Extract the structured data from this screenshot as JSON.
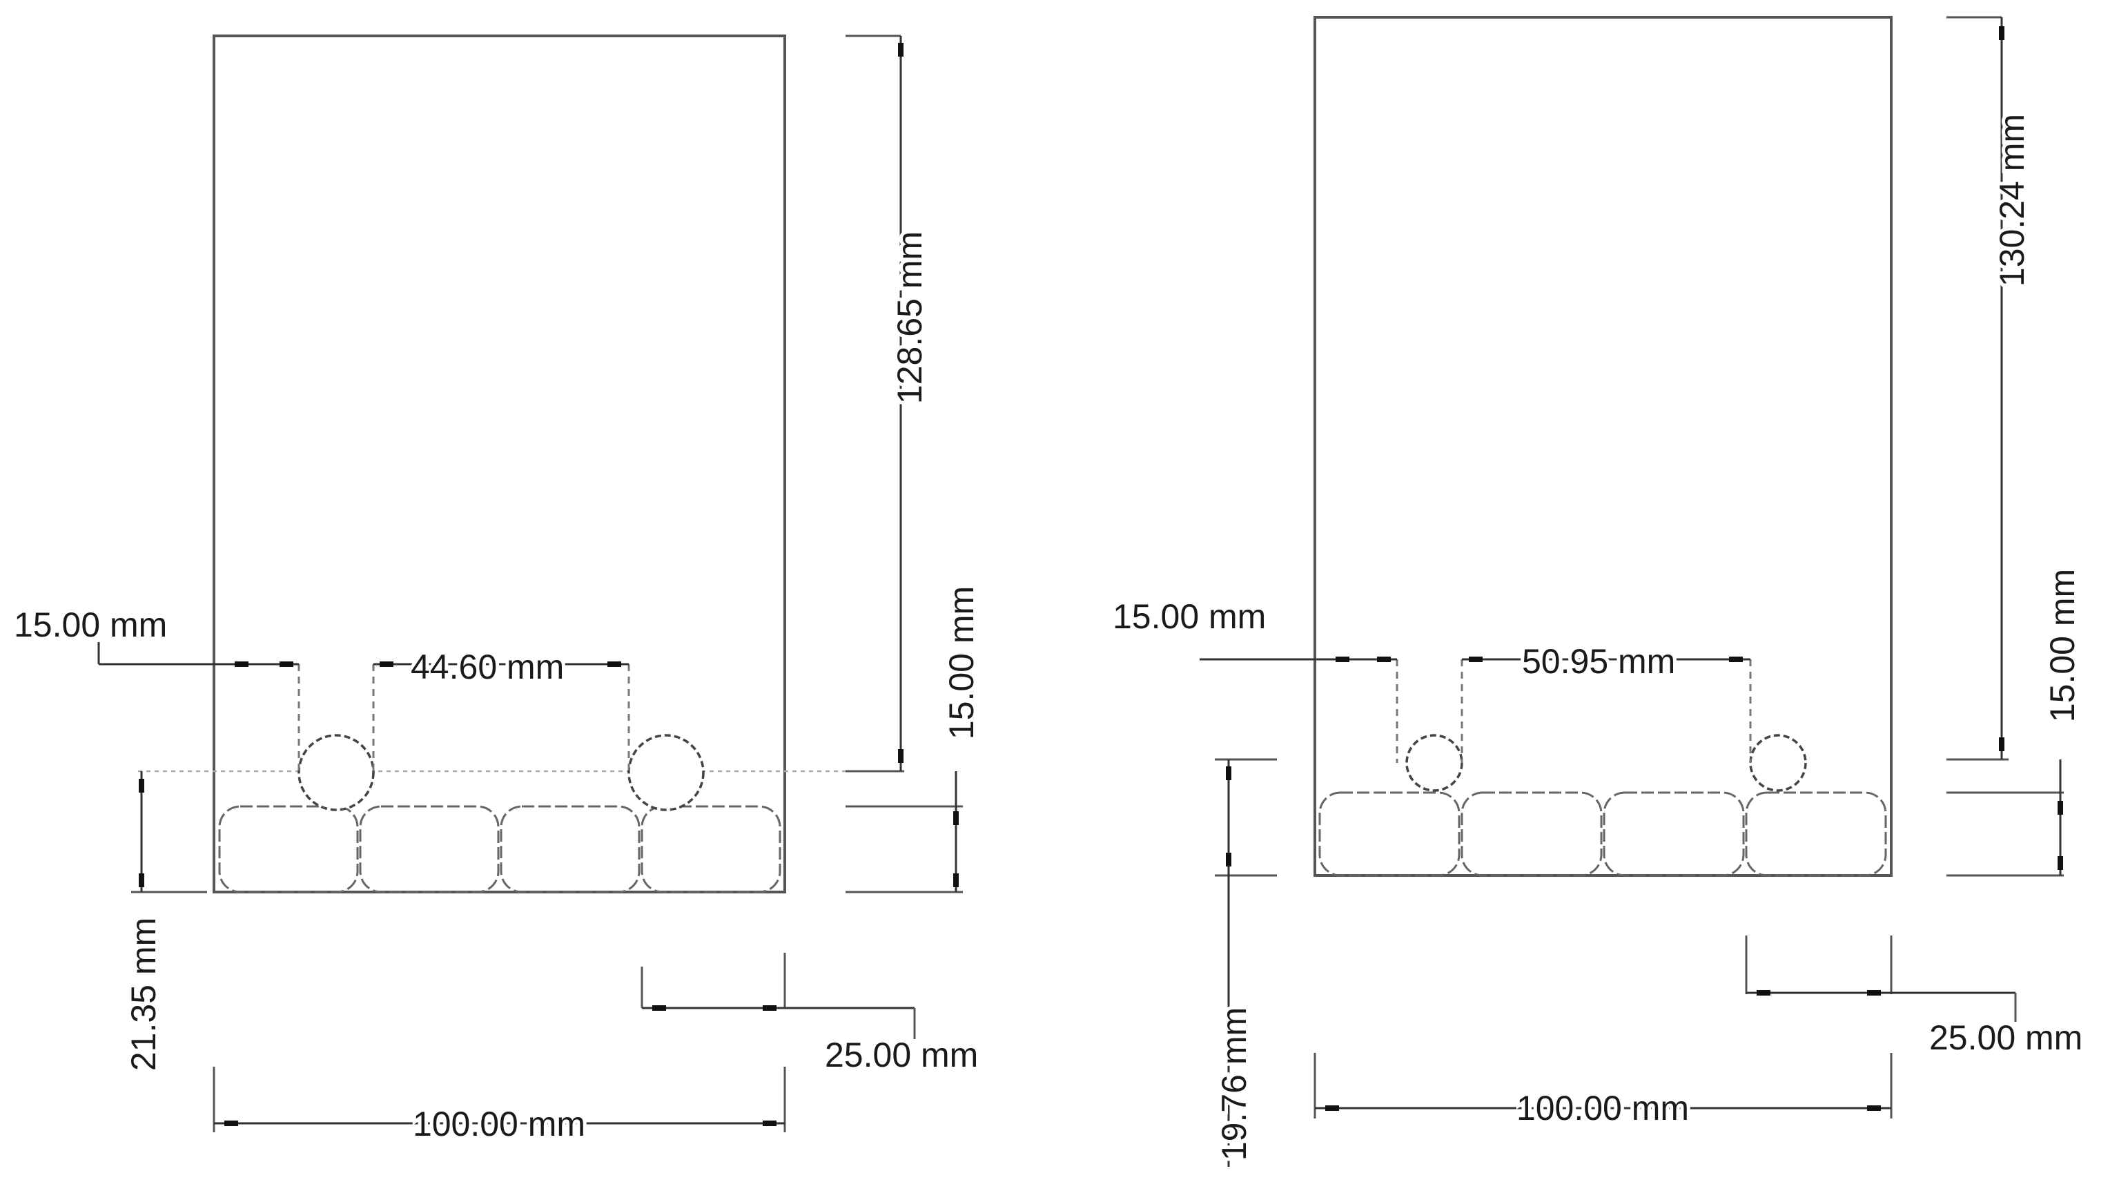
{
  "diagrams": [
    {
      "name": "left-specimen",
      "labels": {
        "height": "128.65 mm",
        "notch_offset_top": "15.00 mm",
        "notch_offset_side": "15.00 mm",
        "notch_spacing": "44.60 mm",
        "bottom_zone": "21.35 mm",
        "width": "100.00 mm",
        "cell_width": "25.00 mm"
      }
    },
    {
      "name": "right-specimen",
      "labels": {
        "height": "130.24 mm",
        "notch_offset_top": "15.00 mm",
        "notch_offset_side": "15.00 mm",
        "notch_spacing": "50.95 mm",
        "bottom_zone": "19.76 mm",
        "width": "100.00 mm",
        "cell_width": "25.00 mm"
      }
    }
  ]
}
